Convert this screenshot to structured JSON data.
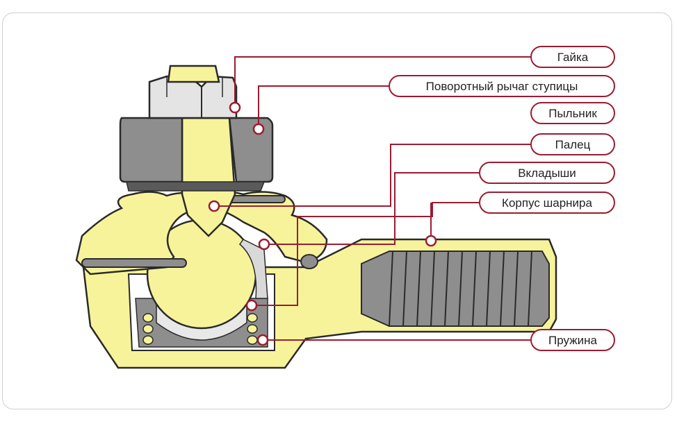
{
  "labels": [
    {
      "id": "nut",
      "text": "Гайка"
    },
    {
      "id": "steering-arm",
      "text": "Поворотный рычаг ступицы"
    },
    {
      "id": "boot",
      "text": "Пыльник"
    },
    {
      "id": "pin",
      "text": "Палец"
    },
    {
      "id": "liners",
      "text": "Вкладыши"
    },
    {
      "id": "housing",
      "text": "Корпус шарнира"
    },
    {
      "id": "spring",
      "text": "Пружина"
    }
  ],
  "colors": {
    "accent": "#9b1b30",
    "part_yellow": "#f7f39a",
    "metal_gray": "#8e8e8e",
    "dark_gray": "#5a5a5a",
    "outline": "#2a2a2a"
  }
}
